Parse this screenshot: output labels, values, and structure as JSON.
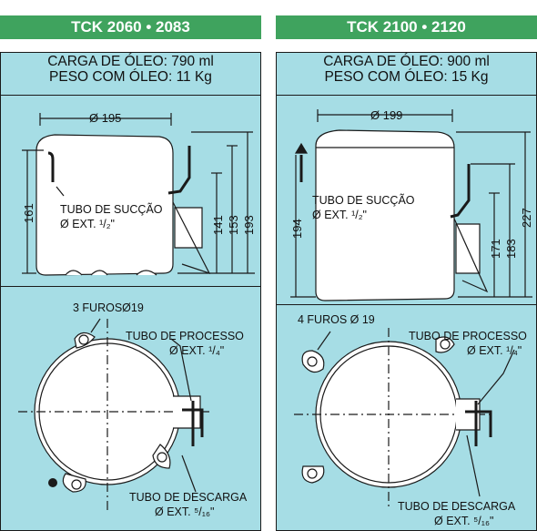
{
  "panels": [
    {
      "title": "TCK 2060 • 2083",
      "spec_line1": "CARGA DE ÓLEO: 790 ml",
      "spec_line2": "PESO COM ÓLEO: 11 Kg",
      "dim_width": "Ø 195",
      "dim_height_body": "161",
      "dim_141": "141",
      "dim_153": "153",
      "dim_193": "193",
      "suction_label": "TUBO DE SUCÇÃO",
      "suction_size": "Ø EXT. ¹/₂\"",
      "holes_label": "3 FUROSØ19",
      "process_label": "TUBO DE PROCESSO",
      "process_size": "Ø EXT. ¹/₄\"",
      "discharge_label": "TUBO DE DESCARGA",
      "discharge_size": "Ø EXT. ⁵/₁₆\""
    },
    {
      "title": "TCK 2100 • 2120",
      "spec_line1": "CARGA DE ÓLEO: 900 ml",
      "spec_line2": "PESO COM ÓLEO: 15 Kg",
      "dim_width": "Ø 199",
      "dim_height_body": "194",
      "dim_171": "171",
      "dim_183": "183",
      "dim_227": "227",
      "suction_label": "TUBO DE SUCÇÃO",
      "suction_size": "Ø EXT. ¹/₂\"",
      "holes_label": "4 FUROS Ø 19",
      "process_label": "TUBO DE PROCESSO",
      "process_size": "Ø EXT. ¹/₄\"",
      "discharge_label": "TUBO DE DESCARGA",
      "discharge_size": "Ø EXT. ⁵/₁₆\""
    }
  ],
  "colors": {
    "header_green": "#3fa35e",
    "panel_blue": "#a6dde5",
    "line": "#1a1a1a"
  }
}
